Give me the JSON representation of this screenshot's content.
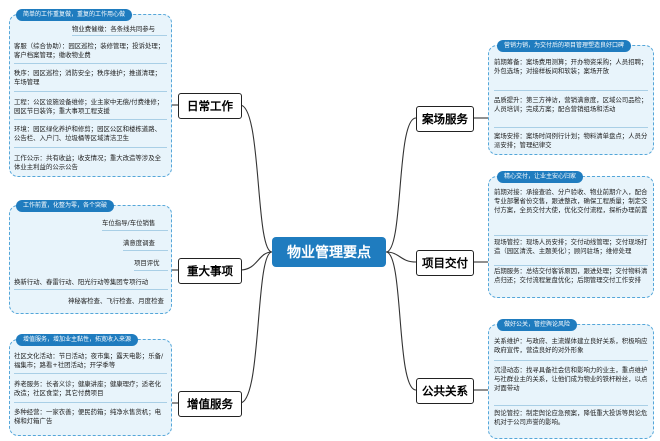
{
  "center": "物业管理要点",
  "branches": {
    "daily": "日常工作",
    "major": "重大事项",
    "value": "增值服务",
    "sales": "案场服务",
    "handover": "项目交付",
    "pr": "公共关系"
  },
  "groups": {
    "daily": {
      "header": "简单的工作重复做，重复的工作用心做",
      "items": [
        "物业费催缴：各条线共同参与",
        "客服（综合协助）：园区巡检；装修管理；投诉处理；客户档案管理；缴收物业费",
        "秩序：园区巡检；消防安全；秩序维护；推道清理；车场管理",
        "工程：公区设施设备维修；业主家中无偿/付费维修；园区节日装饰；重大事项工程支援",
        "环境：园区绿化养护和修剪；园区公区和楼栋道路、公告栏、入户门、垃圾桶等区域清洁卫生",
        "工作公示：共有收益；收支情况；重大改造等涉及全体业主利益的公示公告"
      ]
    },
    "major": {
      "header": "工作前置，化整为零，各个突破",
      "items": [
        "车位指导/车位销售",
        "满意度调查",
        "项目评优",
        "换新行动、春雷行动、阳光行动等集团专项行动",
        "神秘客检查、飞行检查、月度检查"
      ]
    },
    "value": {
      "header": "增值服务，增加业主黏性，拓宽收入来源",
      "items": [
        "社区文化活动：节日活动；夜市集；露天电影；乐备/福集市；路看+社团活动；开学季等",
        "养老服务：长者义诊；健康讲座；健康理疗；适老化改造；社区食堂；其它付费项目",
        "多种经营：一家衣善；便民药箱；纯净水售货机；电梯和灯箱广告"
      ]
    },
    "sales": {
      "header": "营销力销，为交付后的项目管理塑造良好口碑",
      "items": [
        "前期筹备：案场费用测算；开办物资采购；人员招聘；外包选场；对接样板间和软装；案场开放",
        "品质提升：第三方神访，营销满意度，区域公司品检；人员培训；完成方案；配合营销组场和活动",
        "案场安排：案场时间例行计划；物料清单盘点；人员分派安排；管理纪律交"
      ]
    },
    "handover": {
      "header": "精心交付，让业主安心归家",
      "items": [
        "前期对接：承接查验、分户验收、物业前期介入，配合专业部署省份交售，跟进整改，确保工程质量；制定交付方案，全员交付大使，优化交付流程，探析办理前置",
        "现场管控：现场人员安排；交付动线管理；交付现场打造（园区清洗、主题美化）；顾问驻场；维修处理",
        "后期服务：总结交付客诉原因，跟进处理；交付物料清点归还；交付流程复盘优化；后期管理交付工作安排"
      ]
    },
    "pr": {
      "header": "做好公关，管控舆论风险",
      "items": [
        "关系维护：与政府、主流媒体建立良好关系，积极响应政府宣传，营造良好的对外形象",
        "沉浸动态：找寻具备社会信和影响力的业主，重点维护与社群业主的关系，让他们成为物业的铁杆粉丝，以点对面带动",
        "舆论管控：制定舆论应急预案，降低重大投诉等舆论危机对于公司声誉的影响。"
      ]
    }
  }
}
